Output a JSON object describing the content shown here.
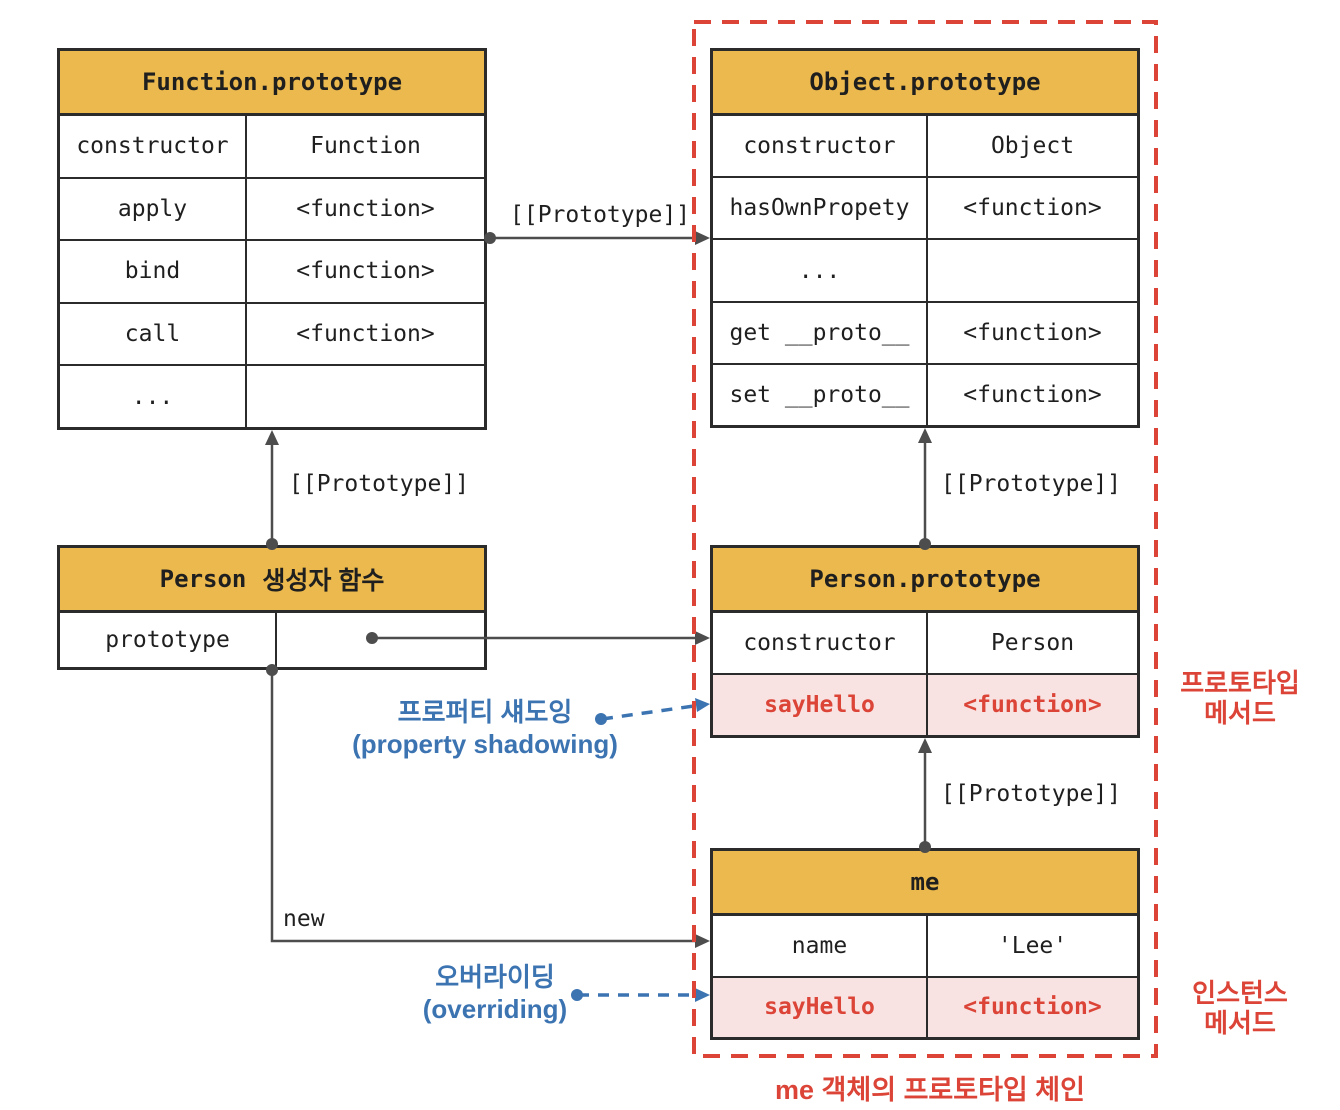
{
  "colors": {
    "gold": "#EBB94D",
    "pink": "#F8E3E2",
    "red": "#DB4437",
    "blue": "#3C74B2",
    "line": "#4D4D4D",
    "border": "#2B2B2B",
    "text": "#1F1F1F"
  },
  "tables": {
    "function_prototype": {
      "title": "Function.prototype",
      "rows": [
        {
          "k": "constructor",
          "v": "Function"
        },
        {
          "k": "apply",
          "v": "<function>"
        },
        {
          "k": "bind",
          "v": "<function>"
        },
        {
          "k": "call",
          "v": "<function>"
        },
        {
          "k": "...",
          "v": ""
        }
      ]
    },
    "object_prototype": {
      "title": "Object.prototype",
      "rows": [
        {
          "k": "constructor",
          "v": "Object"
        },
        {
          "k": "hasOwnPropety",
          "v": "<function>"
        },
        {
          "k": "...",
          "v": ""
        },
        {
          "k": "get __proto__",
          "v": "<function>"
        },
        {
          "k": "set __proto__",
          "v": "<function>"
        }
      ]
    },
    "person_constructor": {
      "title_code": "Person",
      "title_korean": "생성자 함수",
      "rows": [
        {
          "k": "prototype",
          "v": ""
        }
      ]
    },
    "person_prototype": {
      "title": "Person.prototype",
      "rows": [
        {
          "k": "constructor",
          "v": "Person"
        },
        {
          "k": "sayHello",
          "v": "<function>"
        }
      ]
    },
    "me": {
      "title": "me",
      "rows": [
        {
          "k": "name",
          "v": "'Lee'"
        },
        {
          "k": "sayHello",
          "v": "<function>"
        }
      ]
    }
  },
  "edges": {
    "prototype": "[[Prototype]]",
    "new": "new"
  },
  "annotations": {
    "shadowing": {
      "korean": "프로퍼티 섀도잉",
      "english": "(property shadowing)"
    },
    "overriding": {
      "korean": "오버라이딩",
      "english": "(overriding)"
    },
    "prototype_method": {
      "line1": "프로토타입",
      "line2": "메서드"
    },
    "instance_method": {
      "line1": "인스턴스",
      "line2": "메서드"
    },
    "caption": "me 객체의 프로토타입 체인"
  }
}
